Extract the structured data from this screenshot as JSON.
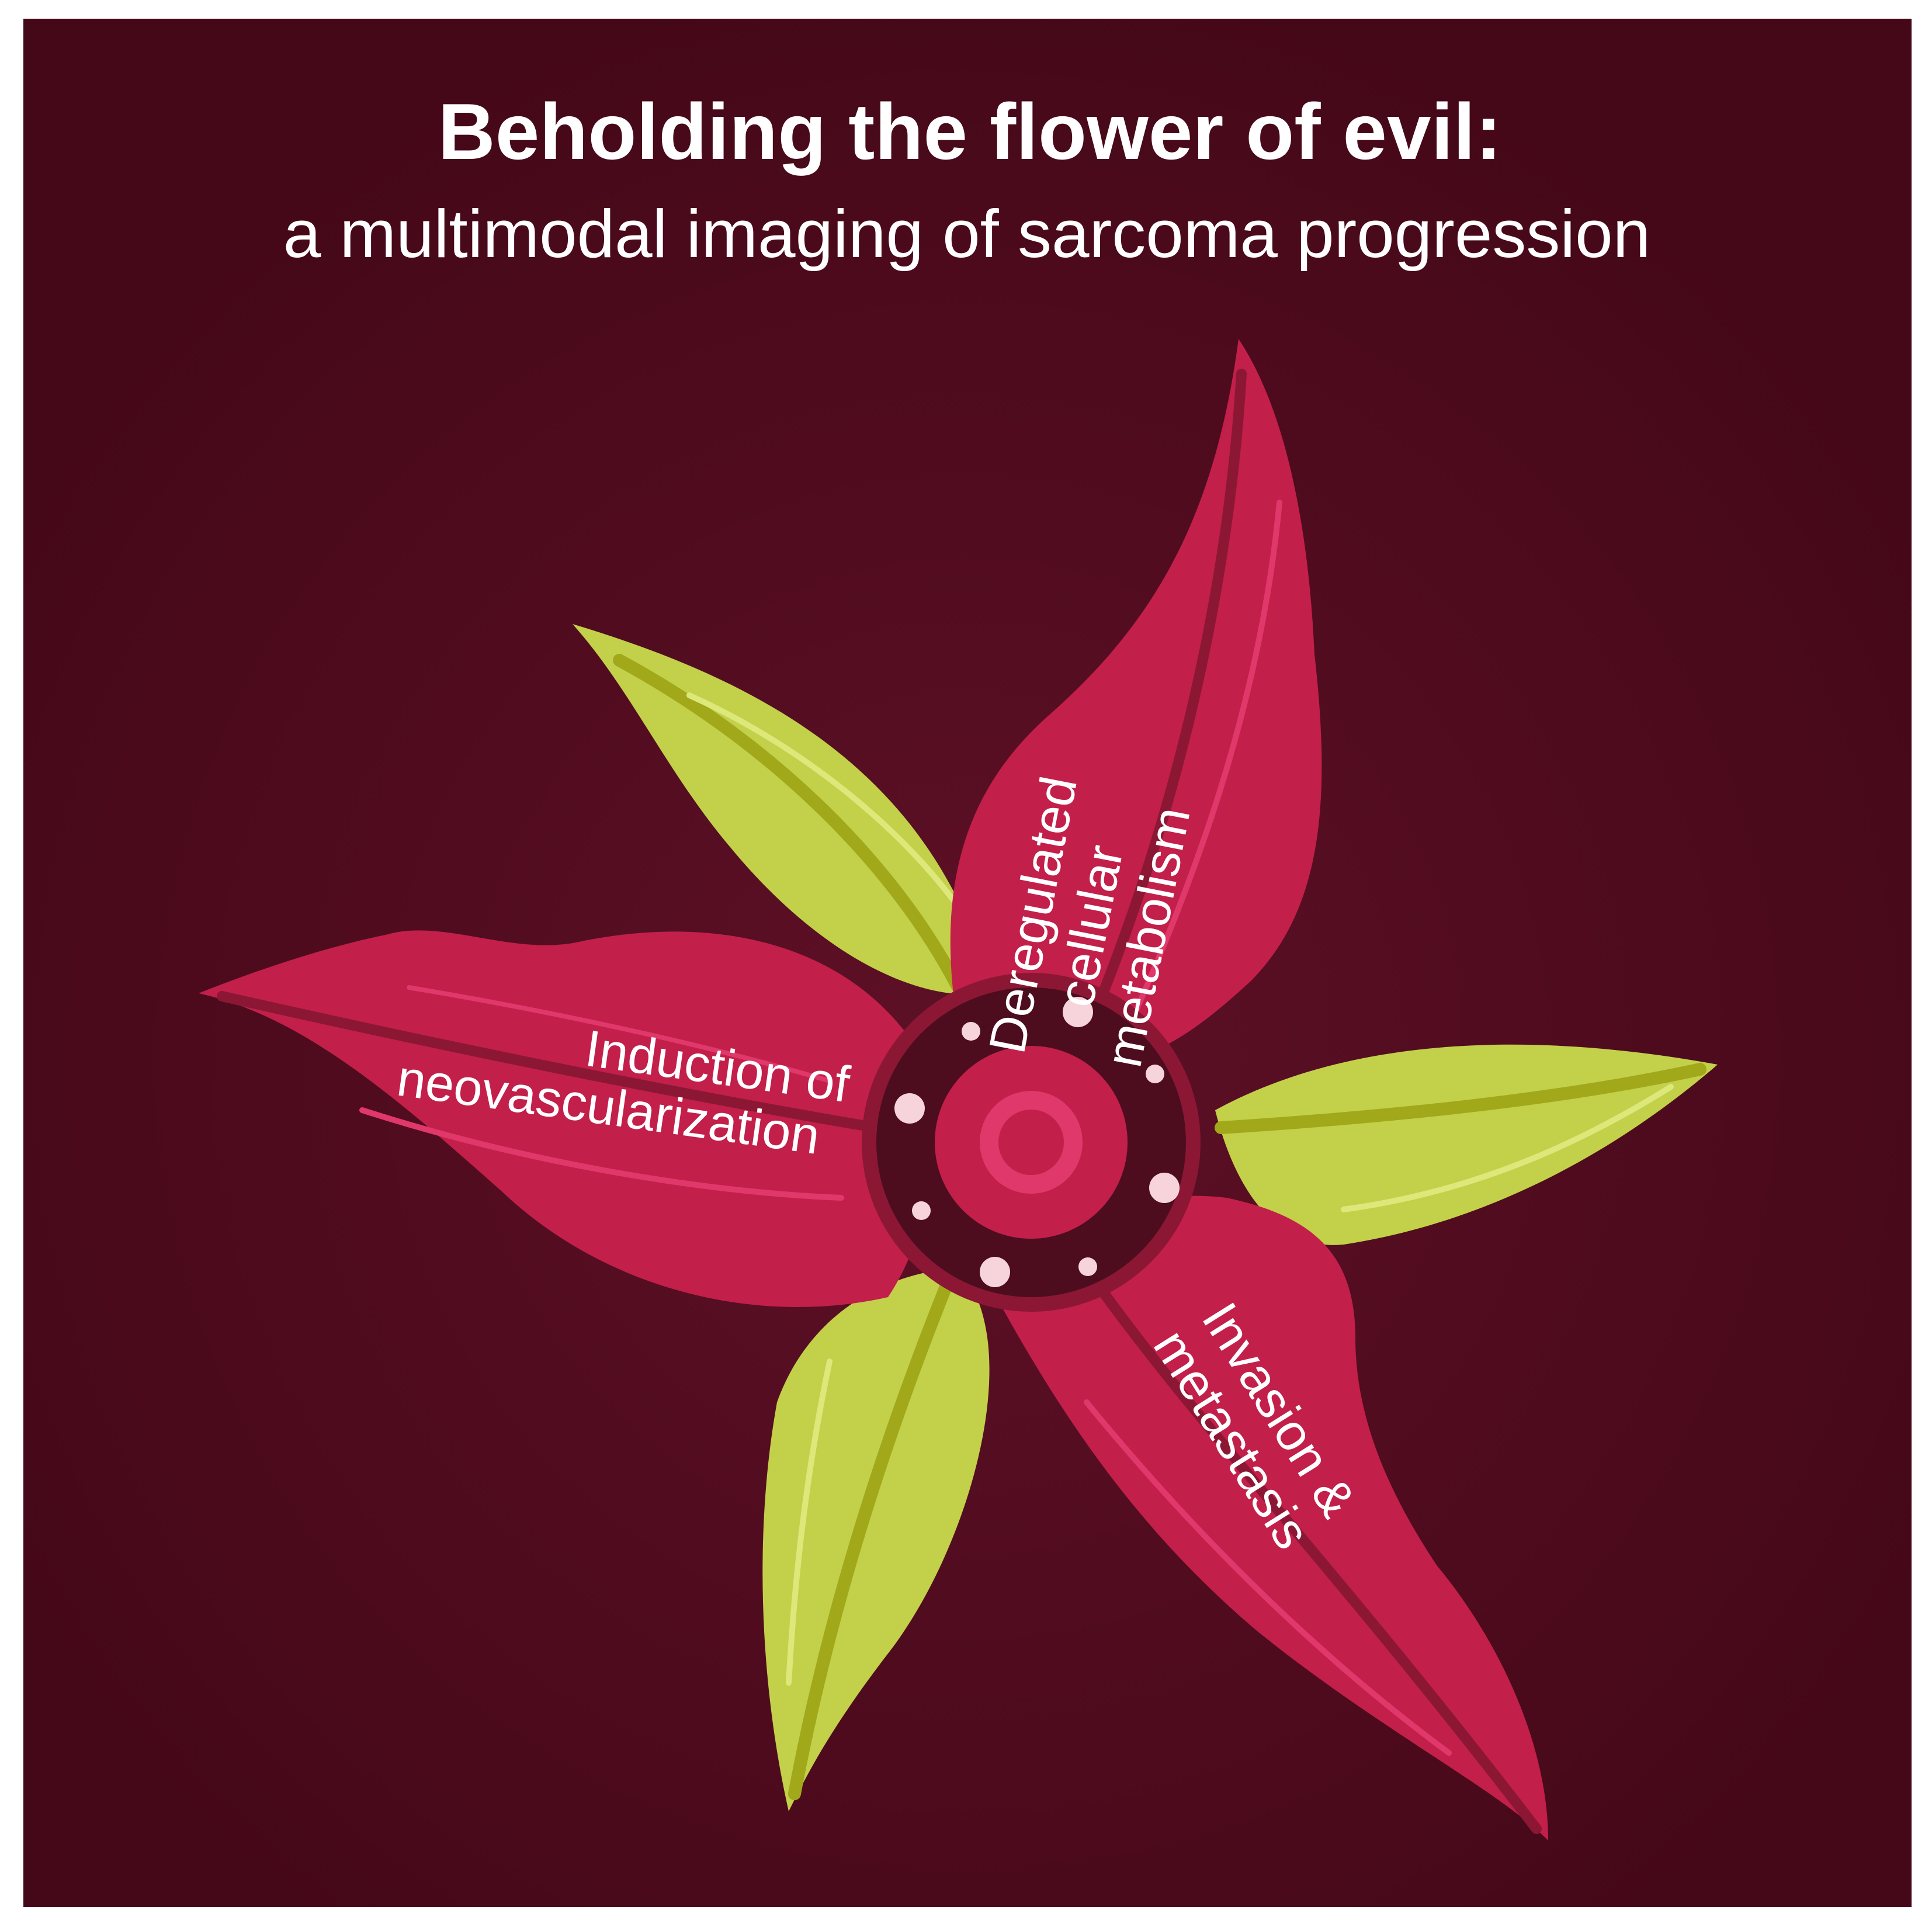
{
  "header": {
    "title": "Beholding the flower of evil:",
    "subtitle": "a multimodal imaging of sarcoma progression"
  },
  "petals": {
    "top": {
      "lines": [
        "Deregulated",
        "cellular",
        "metabolism"
      ]
    },
    "left": {
      "lines": [
        "Induction of",
        "neovascularization"
      ]
    },
    "bottom_right": {
      "lines": [
        "Invasion &",
        "metastasis"
      ]
    }
  },
  "colors": {
    "background": "#4a0a1c",
    "background_glow": "#5e1026",
    "frame_border": "#ffffff",
    "petal_red": "#c21f4a",
    "petal_red_vein": "#e0386a",
    "leaf_green": "#c3d04a",
    "leaf_green_vein": "#a1a81a",
    "leaf_highlight": "#dde87a",
    "center_dark": "#4d0d1f",
    "center_ring": "#8b1735",
    "center_inner": "#c21f4a",
    "center_core": "#e0386a",
    "dots": "#f7d4dc"
  }
}
